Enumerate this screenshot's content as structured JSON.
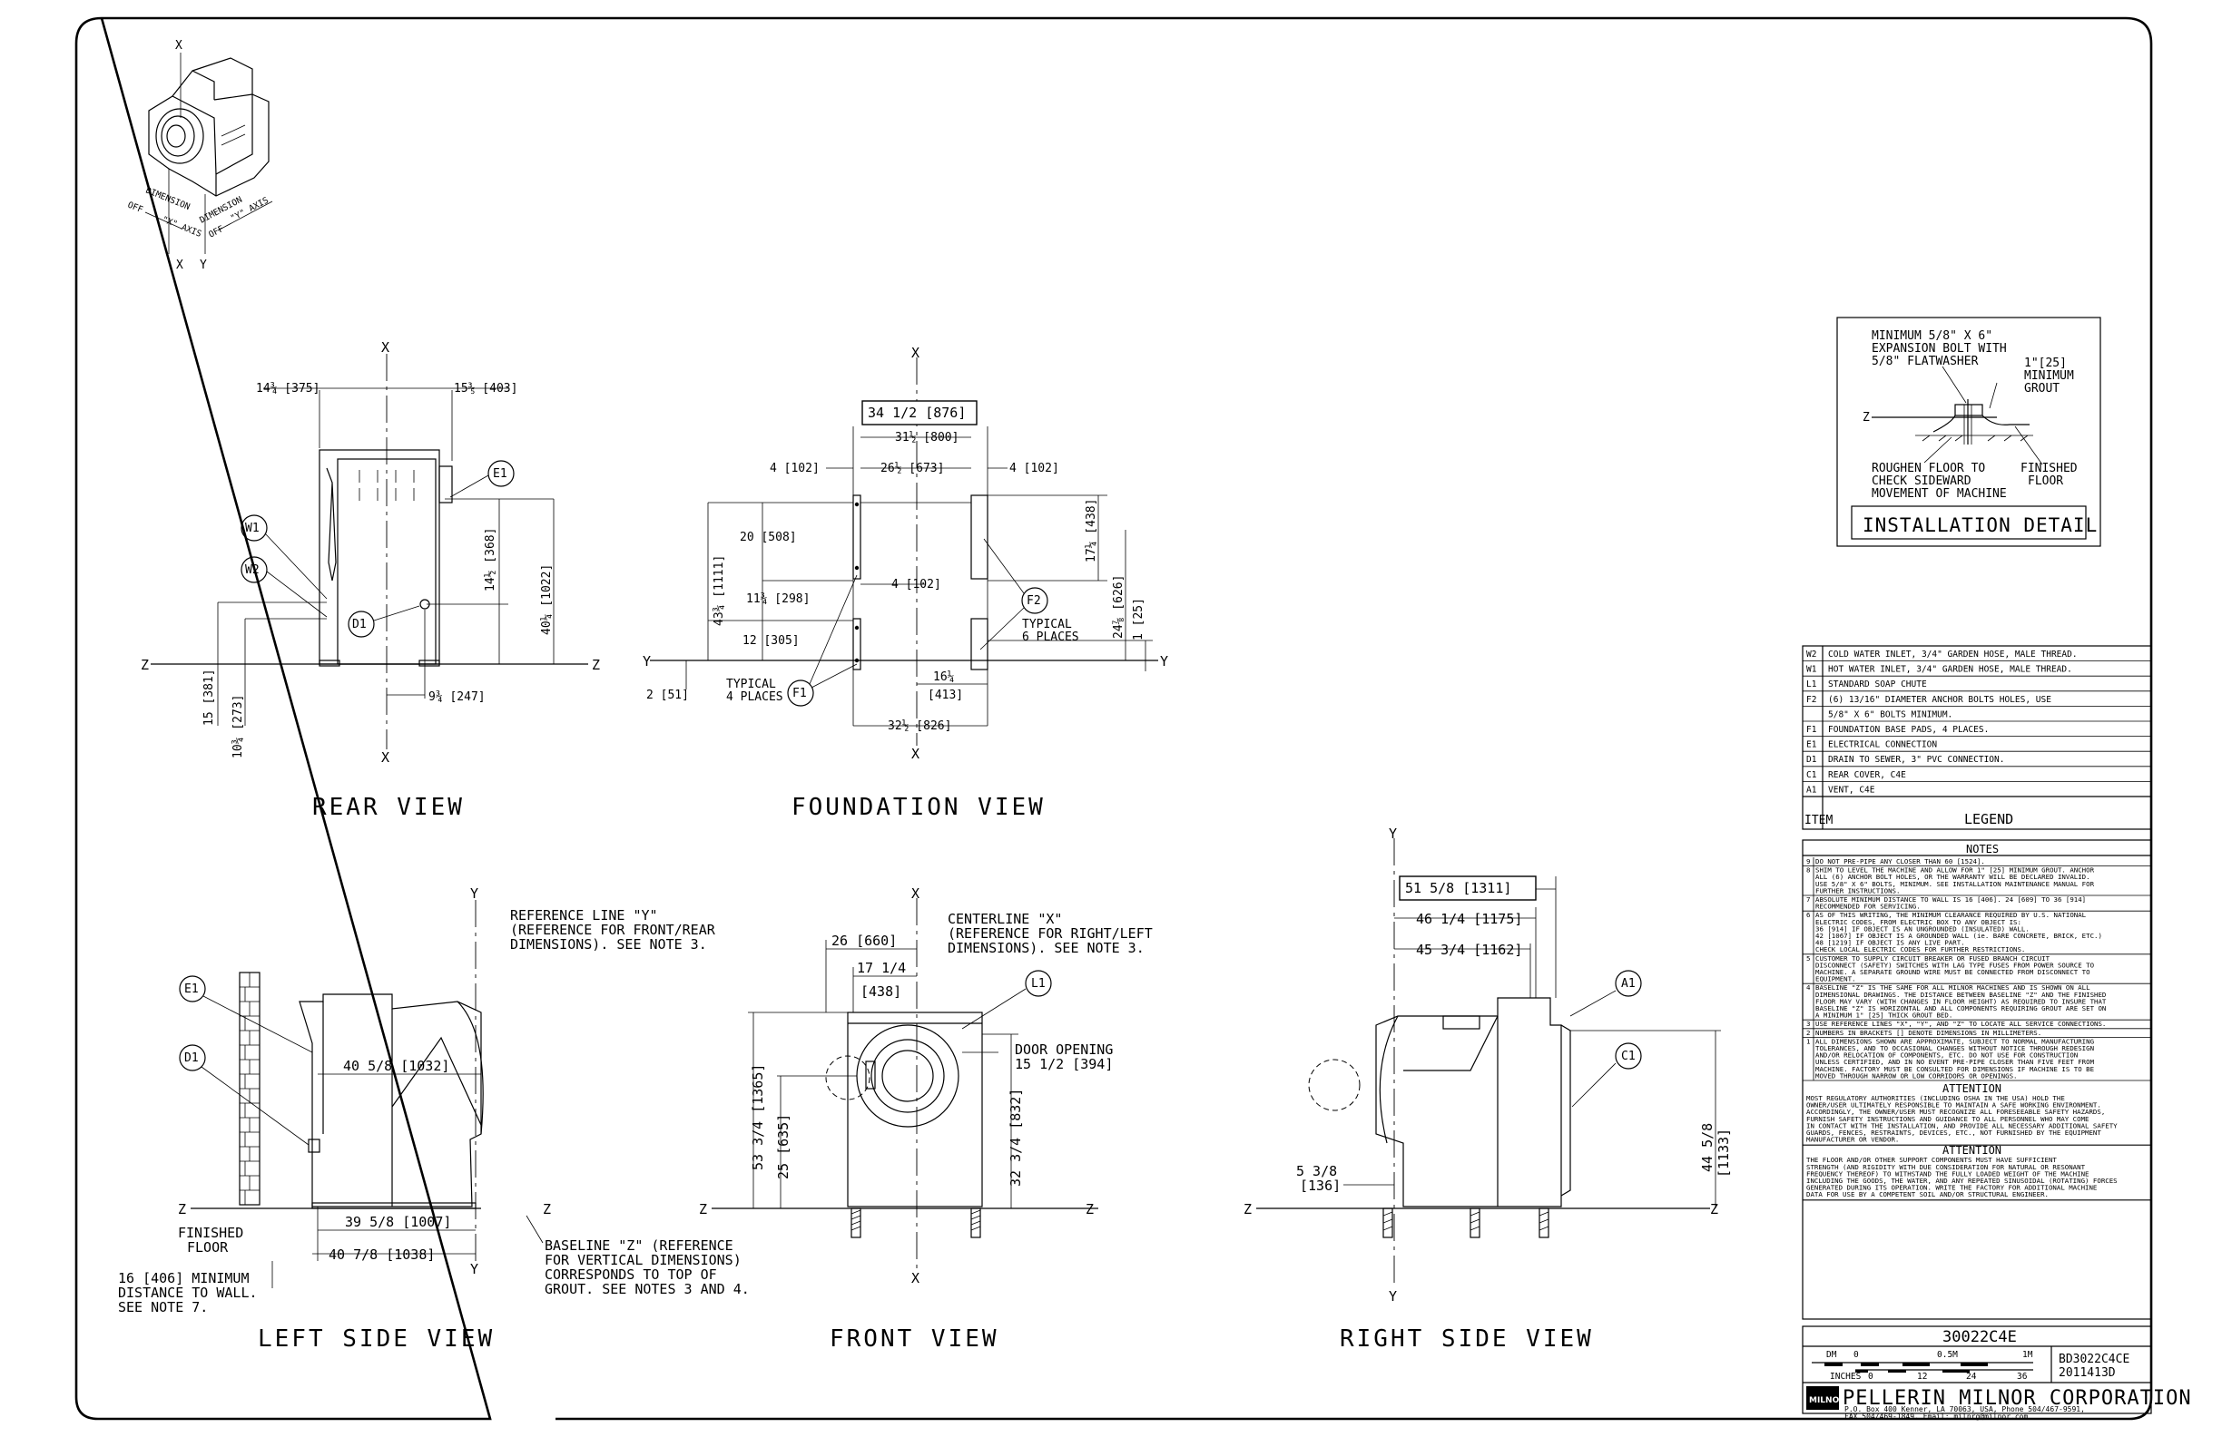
{
  "iso": {
    "axis_x": "X",
    "axis_y": "Y",
    "off_x": "OFF",
    "dim_x": "DIMENSION",
    "x_axis": "\"X\" AXIS",
    "dim_y": "DIMENSION",
    "off_y": "OFF",
    "y_axis": "\"Y\" AXIS"
  },
  "rear_view": {
    "title": "REAR VIEW",
    "x": "X",
    "z": "Z",
    "d_left": "14¾ [375]",
    "d_right": "15⅗ [403]",
    "d_e1": "14½ [368]",
    "d_h": "40¼ [1022]",
    "d_15": "15 [381]",
    "d_10": "10¾ [273]",
    "d_9": "9¾ [247]",
    "w1": "W1",
    "w2": "W2",
    "e1": "E1",
    "d1": "D1"
  },
  "foundation_view": {
    "title": "FOUNDATION VIEW",
    "x": "X",
    "y": "Y",
    "d_top": "34 1/2 [876]",
    "d_31": "31½ [800]",
    "d_26": "26½ [673]",
    "d_4l": "4 [102]",
    "d_4r": "4 [102]",
    "d_4m": "4 [102]",
    "d_20": "20 [508]",
    "d_43": "43¾ [1111]",
    "d_11": "11¾ [298]",
    "d_12": "12 [305]",
    "d_2": "2 [51]",
    "d_17": "17¼ [438]",
    "d_24": "24⅞ [626]",
    "d_1": "1 [25]",
    "d_16": "16¼",
    "d_413": "[413]",
    "d_32": "32½ [826]",
    "f1": "F1",
    "f2": "F2",
    "typ4a": "TYPICAL",
    "typ4b": "4 PLACES",
    "typ6a": "TYPICAL",
    "typ6b": "6 PLACES"
  },
  "install": {
    "l1": "MINIMUM 5/8\" X 6\"",
    "l2": "EXPANSION BOLT WITH",
    "l3": "5/8\" FLATWASHER",
    "g1": "1\"[25]",
    "g2": "MINIMUM",
    "g3": "GROUT",
    "z": "Z",
    "r1": "ROUGHEN FLOOR TO",
    "r2": "CHECK SIDEWARD",
    "r3": "MOVEMENT OF MACHINE",
    "f1": "FINISHED",
    "f2": "FLOOR",
    "title": "INSTALLATION DETAIL"
  },
  "left_side": {
    "title": "LEFT SIDE VIEW",
    "e1": "E1",
    "d1": "D1",
    "z1": "Z",
    "z2": "Z",
    "y": "Y",
    "ref1": "REFERENCE LINE \"Y\"",
    "ref2": "(REFERENCE FOR FRONT/REAR",
    "ref3": "DIMENSIONS). SEE NOTE 3.",
    "d_40": "40 5/8 [1032]",
    "d_39": "39 5/8 [1007]",
    "d_40b": "40 7/8 [1038]",
    "ff1": "FINISHED",
    "ff2": "FLOOR",
    "m1": "16 [406] MINIMUM",
    "m2": "DISTANCE TO WALL.",
    "m3": "SEE NOTE 7.",
    "b1": "BASELINE \"Z\" (REFERENCE",
    "b2": "FOR VERTICAL DIMENSIONS)",
    "b3": "CORRESPONDS TO TOP OF",
    "b4": "GROUT. SEE NOTES 3 AND 4."
  },
  "front_view": {
    "title": "FRONT VIEW",
    "x": "X",
    "z1": "Z",
    "z2": "Z",
    "l1": "L1",
    "c1": "CENTERLINE \"X\"",
    "c2": "(REFERENCE FOR RIGHT/LEFT",
    "c3": "DIMENSIONS). SEE NOTE 3.",
    "d_26": "26 [660]",
    "d_17": "17 1/4",
    "d_438": "[438]",
    "door1": "DOOR OPENING",
    "door2": "15 1/2 [394]",
    "d_53": "53 3/4 [1365]",
    "d_25": "25 [635]",
    "d_32": "32 3/4 [832]"
  },
  "right_side": {
    "title": "RIGHT SIDE VIEW",
    "y": "Y",
    "z1": "Z",
    "z2": "Z",
    "d_51": "51 5/8 [1311]",
    "d_46": "46 1/4 [1175]",
    "d_45": "45 3/4 [1162]",
    "a1": "A1",
    "c1": "C1",
    "d_53a": "5 3/8",
    "d_53b": "[136]",
    "d_44": "44 5/8",
    "d_44b": "[1133]"
  },
  "legend": {
    "header_item": "ITEM",
    "header_legend": "LEGEND",
    "rows": [
      {
        "item": "W2",
        "desc": "COLD WATER INLET, 3/4\" GARDEN HOSE, MALE THREAD."
      },
      {
        "item": "W1",
        "desc": "HOT WATER INLET, 3/4\" GARDEN HOSE, MALE THREAD."
      },
      {
        "item": "L1",
        "desc": "STANDARD SOAP CHUTE"
      },
      {
        "item": "F2",
        "desc": "(6) 13/16\" DIAMETER ANCHOR BOLTS HOLES, USE"
      },
      {
        "item": "",
        "desc": "5/8\" X 6\" BOLTS MINIMUM."
      },
      {
        "item": "F1",
        "desc": "FOUNDATION BASE PADS, 4 PLACES."
      },
      {
        "item": "E1",
        "desc": "ELECTRICAL CONNECTION"
      },
      {
        "item": "D1",
        "desc": "DRAIN TO SEWER, 3\" PVC CONNECTION."
      },
      {
        "item": "C1",
        "desc": "REAR COVER, C4E"
      },
      {
        "item": "A1",
        "desc": "VENT, C4E"
      }
    ]
  },
  "notes": {
    "title": "NOTES",
    "items": [
      {
        "n": "9",
        "lines": [
          "DO NOT PRE-PIPE ANY CLOSER THAN 60 [1524]."
        ]
      },
      {
        "n": "8",
        "lines": [
          "SHIM TO LEVEL THE MACHINE AND ALLOW FOR 1\" [25] MINIMUM GROUT. ANCHOR",
          "ALL (6) ANCHOR BOLT HOLES, OR THE WARRANTY WILL BE DECLARED INVALID.",
          "USE 5/8\" X 6\" BOLTS, MINIMUM. SEE INSTALLATION MAINTENANCE MANUAL FOR",
          "FURTHER INSTRUCTIONS."
        ]
      },
      {
        "n": "7",
        "lines": [
          "ABSOLUTE MINIMUM DISTANCE TO WALL IS 16 [406]. 24 [609] TO 36 [914]",
          "RECOMMENDED FOR SERVICING."
        ]
      },
      {
        "n": "6",
        "lines": [
          "AS OF THIS WRITING, THE MINIMUM CLEARANCE REQUIRED BY U.S. NATIONAL",
          "ELECTRIC CODES, FROM ELECTRIC BOX TO ANY OBJECT IS:",
          "   36 [914] IF OBJECT IS AN UNGROUNDED (INSULATED) WALL.",
          "   42 [1067] IF OBJECT IS A GROUNDED WALL (ie. BARE CONCRETE, BRICK, ETC.)",
          "   48 [1219] IF OBJECT IS ANY LIVE PART.",
          "CHECK LOCAL ELECTRIC CODES FOR FURTHER RESTRICTIONS."
        ]
      },
      {
        "n": "5",
        "lines": [
          "CUSTOMER TO SUPPLY CIRCUIT BREAKER OR FUSED BRANCH CIRCUIT",
          "DISCONNECT (SAFETY) SWITCHES WITH LAG TYPE FUSES FROM POWER SOURCE TO",
          "MACHINE. A SEPARATE GROUND WIRE MUST BE CONNECTED FROM DISCONNECT TO",
          "EQUIPMENT."
        ]
      },
      {
        "n": "4",
        "lines": [
          "BASELINE \"Z\" IS THE SAME FOR ALL MILNOR MACHINES AND IS SHOWN ON ALL",
          "DIMENSIONAL DRAWINGS. THE DISTANCE BETWEEN BASELINE \"Z\" AND THE FINISHED",
          "FLOOR MAY VARY (WITH CHANGES IN FLOOR HEIGHT) AS REQUIRED TO INSURE THAT",
          "BASELINE \"Z\" IS HORIZONTAL AND ALL COMPONENTS REQUIRING GROUT ARE SET ON",
          "A MINIMUM 1\" [25] THICK GROUT BED."
        ]
      },
      {
        "n": "3",
        "lines": [
          "USE REFERENCE LINES \"X\", \"Y\", AND \"Z\" TO LOCATE ALL SERVICE CONNECTIONS."
        ]
      },
      {
        "n": "2",
        "lines": [
          "NUMBERS IN BRACKETS [] DENOTE DIMENSIONS IN MILLIMETERS."
        ]
      },
      {
        "n": "1",
        "lines": [
          "ALL DIMENSIONS SHOWN ARE APPROXIMATE, SUBJECT TO NORMAL MANUFACTURING",
          "TOLERANCES, AND TO OCCASIONAL CHANGES WITHOUT NOTICE THROUGH REDESIGN",
          "AND/OR RELOCATION OF COMPONENTS, ETC. DO NOT USE FOR CONSTRUCTION",
          "UNLESS CERTIFIED, AND IN NO EVENT PRE-PIPE CLOSER THAN FIVE FEET FROM",
          "MACHINE. FACTORY MUST BE CONSULTED FOR DIMENSIONS IF MACHINE IS TO BE",
          "MOVED THROUGH NARROW OR LOW CORRIDORS OR OPENINGS."
        ]
      }
    ],
    "att1_title": "ATTENTION",
    "att1": [
      "MOST REGULATORY AUTHORITIES (INCLUDING OSHA IN THE USA) HOLD THE",
      "OWNER/USER ULTIMATELY RESPONSIBLE TO MAINTAIN A SAFE WORKING ENVIRONMENT.",
      "ACCORDINGLY, THE OWNER/USER MUST RECOGNIZE ALL FORESEEABLE SAFETY HAZARDS,",
      "FURNISH SAFETY INSTRUCTIONS AND GUIDANCE TO ALL PERSONNEL WHO MAY COME",
      "IN CONTACT WITH THE INSTALLATION, AND PROVIDE ALL NECESSARY ADDITIONAL SAFETY",
      "GUARDS, FENCES, RESTRAINTS, DEVICES, ETC., NOT FURNISHED BY THE EQUIPMENT",
      "MANUFACTURER OR VENDOR."
    ],
    "att2_title": "ATTENTION",
    "att2": [
      "THE FLOOR AND/OR OTHER SUPPORT COMPONENTS MUST HAVE SUFFICIENT",
      "STRENGTH (AND RIGIDITY WITH DUE CONSIDERATION FOR NATURAL OR RESONANT",
      "FREQUENCY THEREOF) TO WITHSTAND THE FULLY LOADED WEIGHT OF THE MACHINE",
      "INCLUDING THE GOODS, THE WATER, AND ANY REPEATED SINUSOIDAL (ROTATING) FORCES",
      "GENERATED DURING ITS OPERATION. WRITE THE FACTORY FOR ADDITIONAL MACHINE",
      "DATA FOR USE BY A COMPETENT SOIL AND/OR STRUCTURAL ENGINEER."
    ]
  },
  "title_block": {
    "model": "30022C4E",
    "dm": "DM",
    "zero": "0",
    "half": "0.5M",
    "onem": "1M",
    "inches": "INCHES",
    "i0": "0",
    "i12": "12",
    "i24": "24",
    "i36": "36",
    "drawing": "BD3022C4CE",
    "doc": "2011413D",
    "logo": "MILNOR",
    "company": "PELLERIN MILNOR CORPORATION",
    "addr1": "P.O. Box 400 Kenner, LA 70063, USA, Phone 504/467-9591,",
    "addr2": "FAX 504/469-1849, Email: milnrg@milnor.com"
  }
}
